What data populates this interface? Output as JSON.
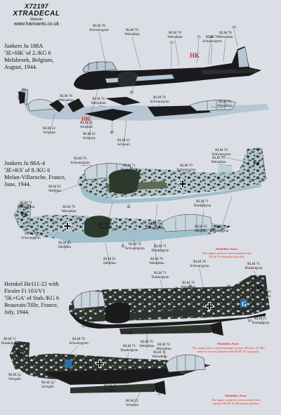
{
  "header": {
    "code": "X72197",
    "brand": "XTRADECAL",
    "website_label": "Website",
    "url": "www.hannants.co.uk"
  },
  "captions": {
    "ju188": [
      "Junkers Ju 188A",
      "'3E+HK' of 2./KG 6",
      "Melsbroek, Belgium,",
      "August, 1944."
    ],
    "ju88": [
      "Junkers Ju 88A-4",
      "'3E+KS' of 8./KG 6",
      "Melun-Villaroche, France,",
      "June, 1944."
    ],
    "he111": [
      "Heinkel He111-22 with",
      "Fiesler Fi 103/V1",
      "'5K+GA' of Stab./KG 6",
      "Beauvais/Tille, France,",
      "July, 1944."
    ]
  },
  "notes": {
    "ju88_note": {
      "title": "Modellers Note:",
      "lines": [
        "The upper surfaces were mottled with",
        "RLM 76 Weisblau blotches"
      ]
    },
    "he111_note_a": {
      "title": "Modellers Note:",
      "lines": [
        "The same areas of both fuselage crosses (Decals 3L/3R)",
        "need to be first painted with RLM 74 Graugrun."
      ]
    },
    "he111_note_b": {
      "title": "Modellers Note:",
      "lines": [
        "The upper surfaces were mottled with",
        "random RLM 76 Weissblau patches."
      ]
    }
  },
  "colors": {
    "background": "#dcdee6",
    "black": "#1b1b1d",
    "rlm76": "#b7c6d4",
    "rlm65": "#9fc0cc",
    "rlm70": "#2c3a2e",
    "rlm71": "#5e6c55",
    "marking_red": "#cc2a2a",
    "unit_blue": "#2c6fa8",
    "note_red": "#d23a1a"
  },
  "labels": {
    "p1": [
      {
        "text": [
          "RLM 70",
          "Schwarzgrun"
        ]
      },
      {
        "text": [
          "RLM 76",
          "Weissblau"
        ]
      },
      {
        "text": [
          "RLM 76",
          "Weissblau"
        ]
      },
      {
        "text": [
          "RLM 70",
          "Schwarzgrun"
        ]
      },
      {
        "text": [
          "RLM 76",
          "Weissblau"
        ]
      },
      {
        "text": [
          "RLM 22",
          "Schwarz"
        ]
      },
      {
        "text": [
          "RLM 22",
          "Schwarz"
        ]
      },
      {
        "text": [
          "24"
        ]
      },
      {
        "text": [
          "25"
        ]
      },
      {
        "text": [
          "22"
        ]
      },
      {
        "text": [
          "23"
        ]
      },
      {
        "text": [
          "26"
        ]
      }
    ],
    "p2": [
      {
        "text": [
          "RLM 22",
          "Schwarz"
        ]
      },
      {
        "text": [
          "RLM 76",
          "Weissblau"
        ]
      },
      {
        "text": [
          "RLM 76",
          "Weissblau"
        ]
      },
      {
        "text": [
          "RLM 70",
          "Schwarzgrun"
        ]
      },
      {
        "text": [
          "RLM 76",
          "Weissblau"
        ]
      },
      {
        "text": [
          "RLM 22",
          "Schwarz"
        ]
      },
      {
        "text": [
          "RLM 22",
          "Schwarz"
        ]
      },
      {
        "text": [
          "24"
        ]
      },
      {
        "text": [
          "26"
        ]
      }
    ],
    "p3": [
      {
        "text": [
          "RLM 70",
          "Schwarzgrun"
        ]
      },
      {
        "text": [
          "RLM 71",
          "Dunkelgrun"
        ]
      },
      {
        "text": [
          "RLM 70",
          "Schwarzgrun"
        ]
      },
      {
        "text": [
          "RLM 76",
          "Weissblau"
        ]
      },
      {
        "text": [
          "RLM 70",
          "Schwarzgrun"
        ]
      },
      {
        "text": [
          "RLM 65",
          "Hellblau"
        ]
      },
      {
        "text": [
          "RLM 65",
          "Hellblau"
        ]
      },
      {
        "text": [
          "RLM 71",
          "Dunkelgrun"
        ]
      },
      {
        "text": [
          "RLM 71",
          "Dunkelgrun"
        ]
      },
      {
        "text": [
          "RLM 65",
          "Hellblau"
        ]
      },
      {
        "text": [
          "RLM 71",
          "Dunkelgrun"
        ]
      },
      {
        "text": [
          "32"
        ]
      },
      {
        "text": [
          "36"
        ]
      },
      {
        "text": [
          "33"
        ]
      },
      {
        "text": [
          "35"
        ]
      },
      {
        "text": [
          "31"
        ]
      }
    ],
    "p4": [
      {
        "text": [
          "RLM 71",
          "Dunkelgrun"
        ]
      },
      {
        "text": [
          "RLM 76",
          "Weissblau"
        ]
      },
      {
        "text": [
          "RLM 70",
          "Schwarzgrun"
        ]
      },
      {
        "text": [
          "RLM 70",
          "Schwarzgrun"
        ]
      },
      {
        "text": [
          "RLM 65",
          "Hellblau"
        ]
      },
      {
        "text": [
          "RLM 65",
          "Hellblau"
        ]
      },
      {
        "text": [
          "RLM 76",
          "Weissblau"
        ]
      },
      {
        "text": [
          "RLM 71",
          "Dunkelgrun"
        ]
      },
      {
        "text": [
          "31"
        ]
      },
      {
        "text": [
          "32"
        ]
      },
      {
        "text": [
          "36"
        ]
      },
      {
        "text": [
          "33"
        ]
      },
      {
        "text": [
          "34"
        ]
      },
      {
        "text": [
          "35"
        ]
      }
    ],
    "p5": [
      {
        "text": [
          "RLM 70",
          "Schwarzgrun"
        ]
      },
      {
        "text": [
          "RLM 71",
          "Dunkelgrun"
        ]
      },
      {
        "text": [
          "RLM 76",
          "Weissblau"
        ]
      },
      {
        "text": [
          "RLM 71",
          "Dunkelgrun"
        ]
      },
      {
        "text": [
          "RLM 22",
          "Schwarz"
        ]
      },
      {
        "text": [
          "RLM 22",
          "Schwarz"
        ]
      },
      {
        "text": [
          "RLM 76",
          "Weissblau"
        ]
      },
      {
        "text": [
          "RLM 22",
          "Schwarz"
        ]
      },
      {
        "text": [
          "RLM 71",
          "Dunkelgrun"
        ]
      },
      {
        "text": [
          "29"
        ]
      },
      {
        "text": [
          "28"
        ]
      },
      {
        "text": [
          "30"
        ]
      },
      {
        "text": [
          "27"
        ]
      },
      {
        "text": [
          "30"
        ]
      }
    ],
    "p6": [
      {
        "text": [
          "RLM 71",
          "Dunkelgrun"
        ]
      },
      {
        "text": [
          "RLM 76",
          "Weissblau"
        ]
      },
      {
        "text": [
          "RLM 70",
          "Schwarzgrun"
        ]
      },
      {
        "text": [
          "RLM 70",
          "Schwarzgrun"
        ]
      },
      {
        "text": [
          "RLM 71",
          "Dunkelgrun"
        ]
      },
      {
        "text": [
          "RLM 22",
          "Schwarz"
        ]
      },
      {
        "text": [
          "RLM 22",
          "Schwarz"
        ]
      },
      {
        "text": [
          "RLM 76",
          "Weissblau"
        ]
      },
      {
        "text": [
          "RLM 22",
          "Schwarz"
        ]
      },
      {
        "text": [
          "RLM 22",
          "Schwarz"
        ]
      },
      {
        "text": [
          "27"
        ]
      }
    ]
  },
  "markings": {
    "ju188_top_code": "HK",
    "ju188_bottom_code": "HK",
    "he111_code": "G"
  }
}
